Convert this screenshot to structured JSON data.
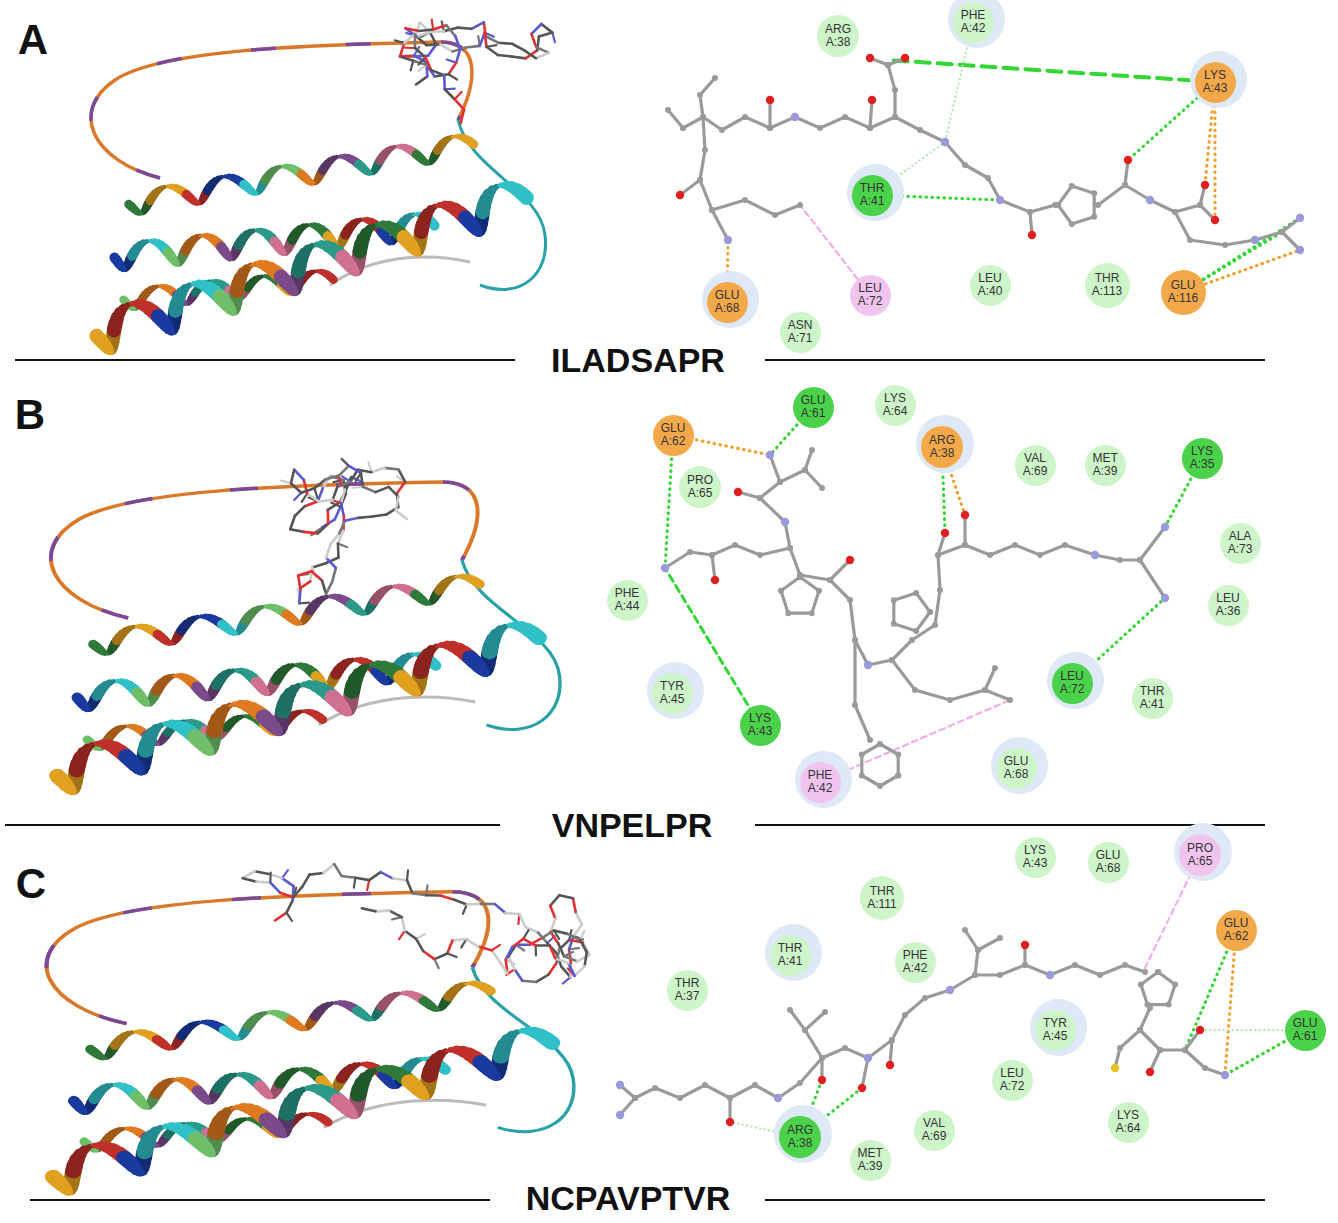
{
  "diagram": {
    "nodes": [
      {
        "text": [
          "ARG A:38"
        ]
      },
      {
        "text": [
          "PHE A:42"
        ]
      },
      {
        "text": [
          "LYS A:43"
        ]
      },
      {
        "text": [
          "THR A:41"
        ]
      },
      {
        "text": [
          "LEU A:40"
        ]
      },
      {
        "text": [
          "THR A:113"
        ]
      },
      {
        "text": [
          "GLU A:116"
        ]
      },
      {
        "text": [
          "GLU A:68"
        ]
      },
      {
        "text": [
          "LEU A:72"
        ]
      },
      {
        "text": [
          "ASN A:71"
        ]
      },
      {
        "text": [
          "GLU A:61"
        ]
      },
      {
        "text": [
          "GLU A:62"
        ]
      },
      {
        "text": [
          "LYS A:64"
        ]
      },
      {
        "text": [
          "ARG A:38"
        ]
      },
      {
        "text": [
          "VAL A:69"
        ]
      },
      {
        "text": [
          "MET A:39"
        ]
      },
      {
        "text": [
          "LYS A:35"
        ]
      },
      {
        "text": [
          "PRO A:65"
        ]
      },
      {
        "text": [
          "ALA A:73"
        ]
      },
      {
        "text": [
          "PHE A:44"
        ]
      },
      {
        "text": [
          "LEU A:36"
        ]
      },
      {
        "text": [
          "TYR A:45"
        ]
      },
      {
        "text": [
          "LEU A:72"
        ]
      },
      {
        "text": [
          "THR A:41"
        ]
      },
      {
        "text": [
          "LYS A:43"
        ]
      },
      {
        "text": [
          "GLU A:68"
        ]
      },
      {
        "text": [
          "PHE A:42"
        ]
      },
      {
        "text": [
          "LYS A:43"
        ]
      },
      {
        "text": [
          "GLU A:68"
        ]
      },
      {
        "text": [
          "PRO A:65"
        ]
      },
      {
        "text": [
          "THR A:111"
        ]
      },
      {
        "text": [
          "GLU A:62"
        ]
      },
      {
        "text": [
          "THR A:41"
        ]
      },
      {
        "text": [
          "PHE A:42"
        ]
      },
      {
        "text": [
          "THR A:37"
        ]
      },
      {
        "text": [
          "GLU A:61"
        ]
      },
      {
        "text": [
          "TYR A:45"
        ]
      },
      {
        "text": [
          "LEU A:72"
        ]
      },
      {
        "text": [
          "ARG A:38"
        ]
      },
      {
        "text": [
          "VAL A:69"
        ]
      },
      {
        "text": [
          "LYS A:64"
        ]
      },
      {
        "text": [
          "MET A:39"
        ]
      }
    ],
    "labels": [
      "A",
      "ILADSAPR",
      "B",
      "VNPELPR",
      "C",
      "NCPAVPTVR"
    ]
  }
}
